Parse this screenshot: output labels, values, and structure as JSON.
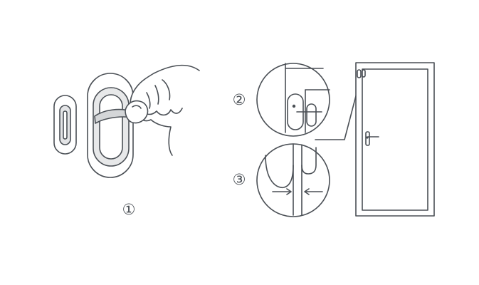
{
  "steps": [
    {
      "label": "①"
    },
    {
      "label": "②"
    },
    {
      "label": "③"
    }
  ],
  "colors": {
    "stroke": "#4a4f55",
    "fill_light": "#e7e8e9",
    "fill_mid": "#d9dbdd",
    "background": "#ffffff"
  },
  "icons": {
    "step1": "sensor-with-adhesive-tape-peel",
    "step2": "sensor-magnet-aligned-zoom",
    "step3": "sensor-magnet-gap-arrows-zoom",
    "door": "door-with-handle"
  }
}
